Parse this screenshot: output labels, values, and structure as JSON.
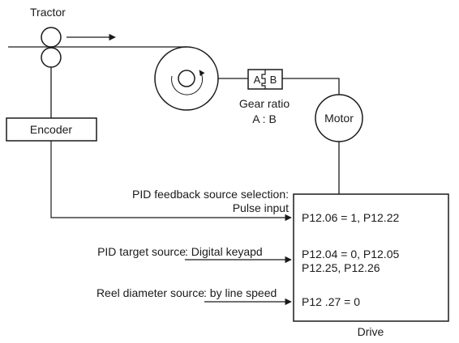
{
  "diagram": {
    "tractor_label": "Tractor",
    "encoder_label": "Encoder",
    "gear_a": "A",
    "gear_b": "B",
    "gear_ratio_line1": "Gear ratio",
    "gear_ratio_line2": "A : B",
    "motor_label": "Motor",
    "drive_label": "Drive",
    "feedback_line1": "PID feedback source selection:",
    "feedback_line2": "Pulse input",
    "target_prefix": "PID target source",
    "target_value": ": Digital keyapd",
    "reel_prefix": "Reel diameter source",
    "reel_value": ": by line speed",
    "param1": "P12.06 = 1, P12.22",
    "param2_line1": "P12.04 = 0, P12.05",
    "param2_line2": "P12.25, P12.26",
    "param3": "P12 .27 = 0"
  }
}
